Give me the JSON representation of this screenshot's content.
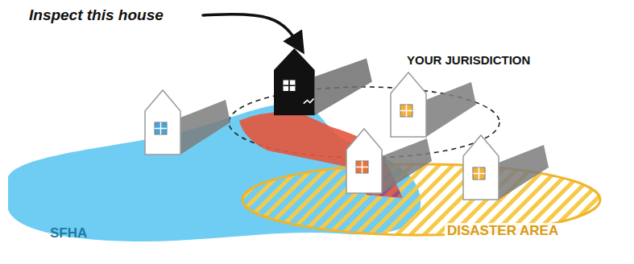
{
  "diagram": {
    "nodes": [
      {
        "text": [
          "YOUR JURISDICTION"
        ]
      },
      {
        "text": [
          "SFHA"
        ]
      },
      {
        "text": [
          "DISASTER AREA"
        ]
      }
    ],
    "labels": [
      "Inspect this house"
    ]
  }
}
